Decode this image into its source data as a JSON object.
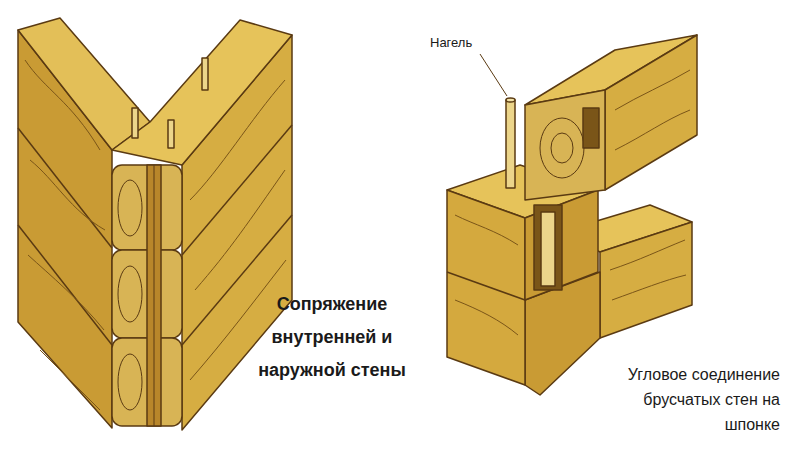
{
  "diagram": {
    "labels": [
      "Нагель",
      "Сопряжение внутренней и наружной стены",
      "Угловое соединение брусчатых стен на шпонке"
    ]
  }
}
